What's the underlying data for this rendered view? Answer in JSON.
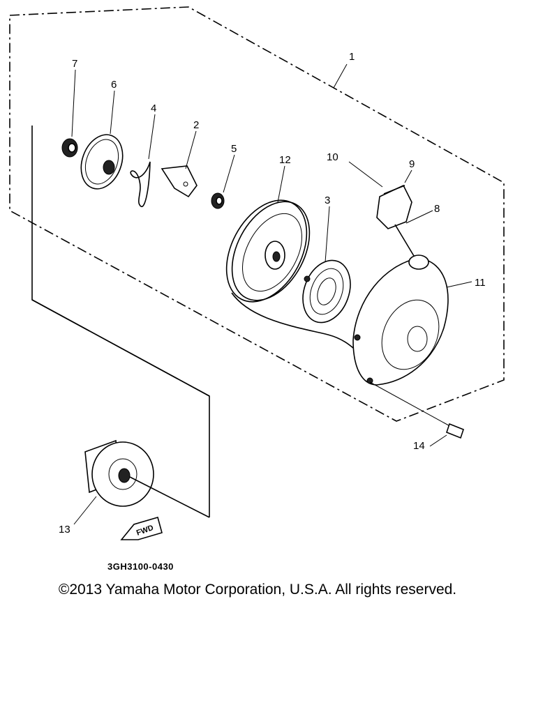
{
  "diagram": {
    "part_numbers": [
      "1",
      "2",
      "3",
      "4",
      "5",
      "6",
      "7",
      "8",
      "9",
      "10",
      "11",
      "12",
      "13",
      "14"
    ],
    "forward_arrow_label": "FWD",
    "drawing_code": "3GH3100-0430"
  },
  "copyright": "©2013 Yamaha Motor Corporation, U.S.A. All rights reserved."
}
